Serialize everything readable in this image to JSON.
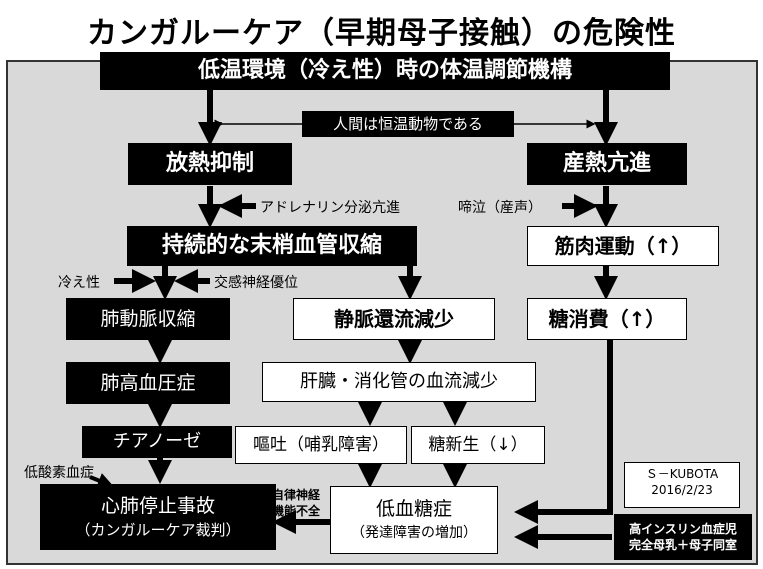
{
  "title": "カンガルーケア（早期母子接触）の危険性",
  "nodes": {
    "header": "低温環境（冷え性）時の体温調節機構",
    "homeotherm": "人間は恒温動物である",
    "heat_loss_suppression": "放熱抑制",
    "heat_production_increase": "産熱亢進",
    "vasoconstriction": "持続的な末梢血管収縮",
    "muscle_activity": "筋肉運動（↑）",
    "pulmonary_vasoconstriction": "肺動脈収縮",
    "venous_return_decrease": "静脈還流減少",
    "glucose_consumption": "糖消費（↑）",
    "pulmonary_hypertension": "肺高血圧症",
    "organ_blood_flow_decrease": "肝臓・消化管の血流減少",
    "cyanosis": "チアノーゼ",
    "vomiting": "嘔吐（哺乳障害）",
    "gluconeogenesis": "糖新生（↓）",
    "cardiac_arrest_line1": "心肺停止事故",
    "cardiac_arrest_line2": "（カンガルーケア裁判）",
    "hypoglycemia_line1": "低血糖症",
    "hypoglycemia_line2": "（発達障害の増加）",
    "hyperinsulinemia_line1": "高インスリン血症児",
    "hyperinsulinemia_line2": "完全母乳＋母子同室"
  },
  "labels": {
    "adrenaline": "アドレナリン分泌亢進",
    "crying": "啼泣（産声）",
    "cold_constitution": "冷え性",
    "sympathetic": "交感神経優位",
    "hypoxemia": "低酸素血症",
    "autonomic_line1": "自律神経",
    "autonomic_line2": "機能不全"
  },
  "credit": {
    "author": "Ｓ－KUBOTA",
    "date": "2016/2/23"
  }
}
